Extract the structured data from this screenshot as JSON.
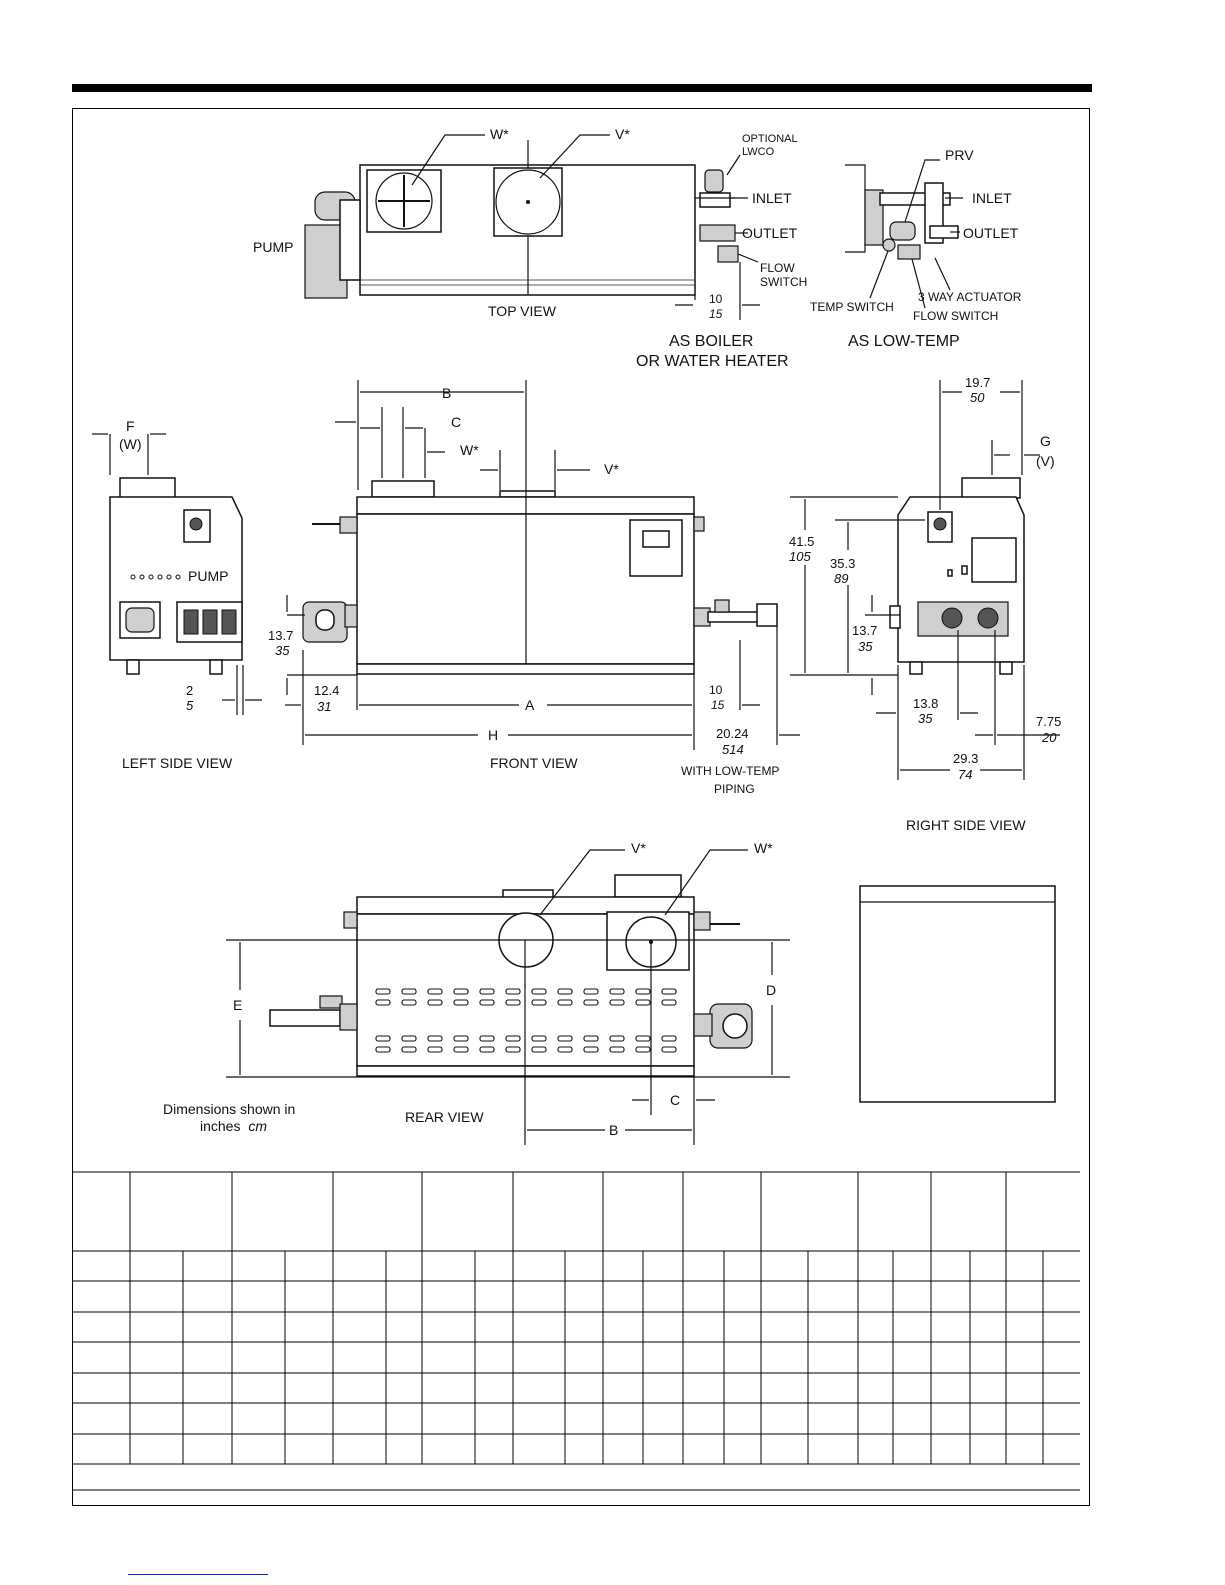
{
  "top_view": {
    "labels": {
      "w_star": "W*",
      "v_star": "V*",
      "optional": "OPTIONAL",
      "lwco": "LWCO",
      "inlet": "INLET",
      "outlet": "OUTLET",
      "flow": "FLOW",
      "switch": "SWITCH",
      "pump": "PUMP",
      "view_name": "TOP VIEW",
      "dim_in": "10",
      "dim_cm": "15",
      "as_boiler_1": "AS BOILER",
      "as_boiler_2": "OR WATER HEATER"
    }
  },
  "low_temp_view": {
    "labels": {
      "prv": "PRV",
      "inlet": "INLET",
      "outlet": "OUTLET",
      "temp_switch": "TEMP SWITCH",
      "three_way": "3 WAY ACTUATOR",
      "flow_switch": "FLOW SWITCH",
      "as_low_temp": "AS LOW-TEMP"
    }
  },
  "left_side_view": {
    "labels": {
      "f": "F",
      "w_paren": "(W)",
      "pump": "PUMP",
      "dim2_in": "2",
      "dim2_cm": "5",
      "view_name": "LEFT SIDE VIEW"
    }
  },
  "front_view": {
    "labels": {
      "b": "B",
      "c": "C",
      "w_star": "W*",
      "v_star": "V*",
      "dim137_in": "13.7",
      "dim137_cm": "35",
      "dim124_in": "12.4",
      "dim124_cm": "31",
      "a": "A",
      "dim10_in": "10",
      "dim10_cm": "15",
      "h": "H",
      "dim2024_in": "20.24",
      "dim2024_cm": "514",
      "with_low_temp_1": "WITH LOW-TEMP",
      "with_low_temp_2": "PIPING",
      "view_name": "FRONT VIEW"
    }
  },
  "right_side_view": {
    "labels": {
      "dim197_in": "19.7",
      "dim197_cm": "50",
      "g": "G",
      "v_paren": "(V)",
      "dim415_in": "41.5",
      "dim415_cm": "105",
      "dim353_in": "35.3",
      "dim353_cm": "89",
      "dim137_in": "13.7",
      "dim137_cm": "35",
      "dim138_in": "13.8",
      "dim138_cm": "35",
      "dim775_in": "7.75",
      "dim775_cm": "20",
      "dim293_in": "29.3",
      "dim293_cm": "74",
      "view_name": "RIGHT SIDE VIEW"
    }
  },
  "rear_view": {
    "labels": {
      "v_star": "V*",
      "w_star": "W*",
      "e": "E",
      "d": "D",
      "c": "C",
      "b": "B",
      "dims_note_1": "Dimensions shown in",
      "dims_note_2_a": "inches",
      "dims_note_2_b": "cm",
      "view_name": "REAR VIEW"
    }
  }
}
